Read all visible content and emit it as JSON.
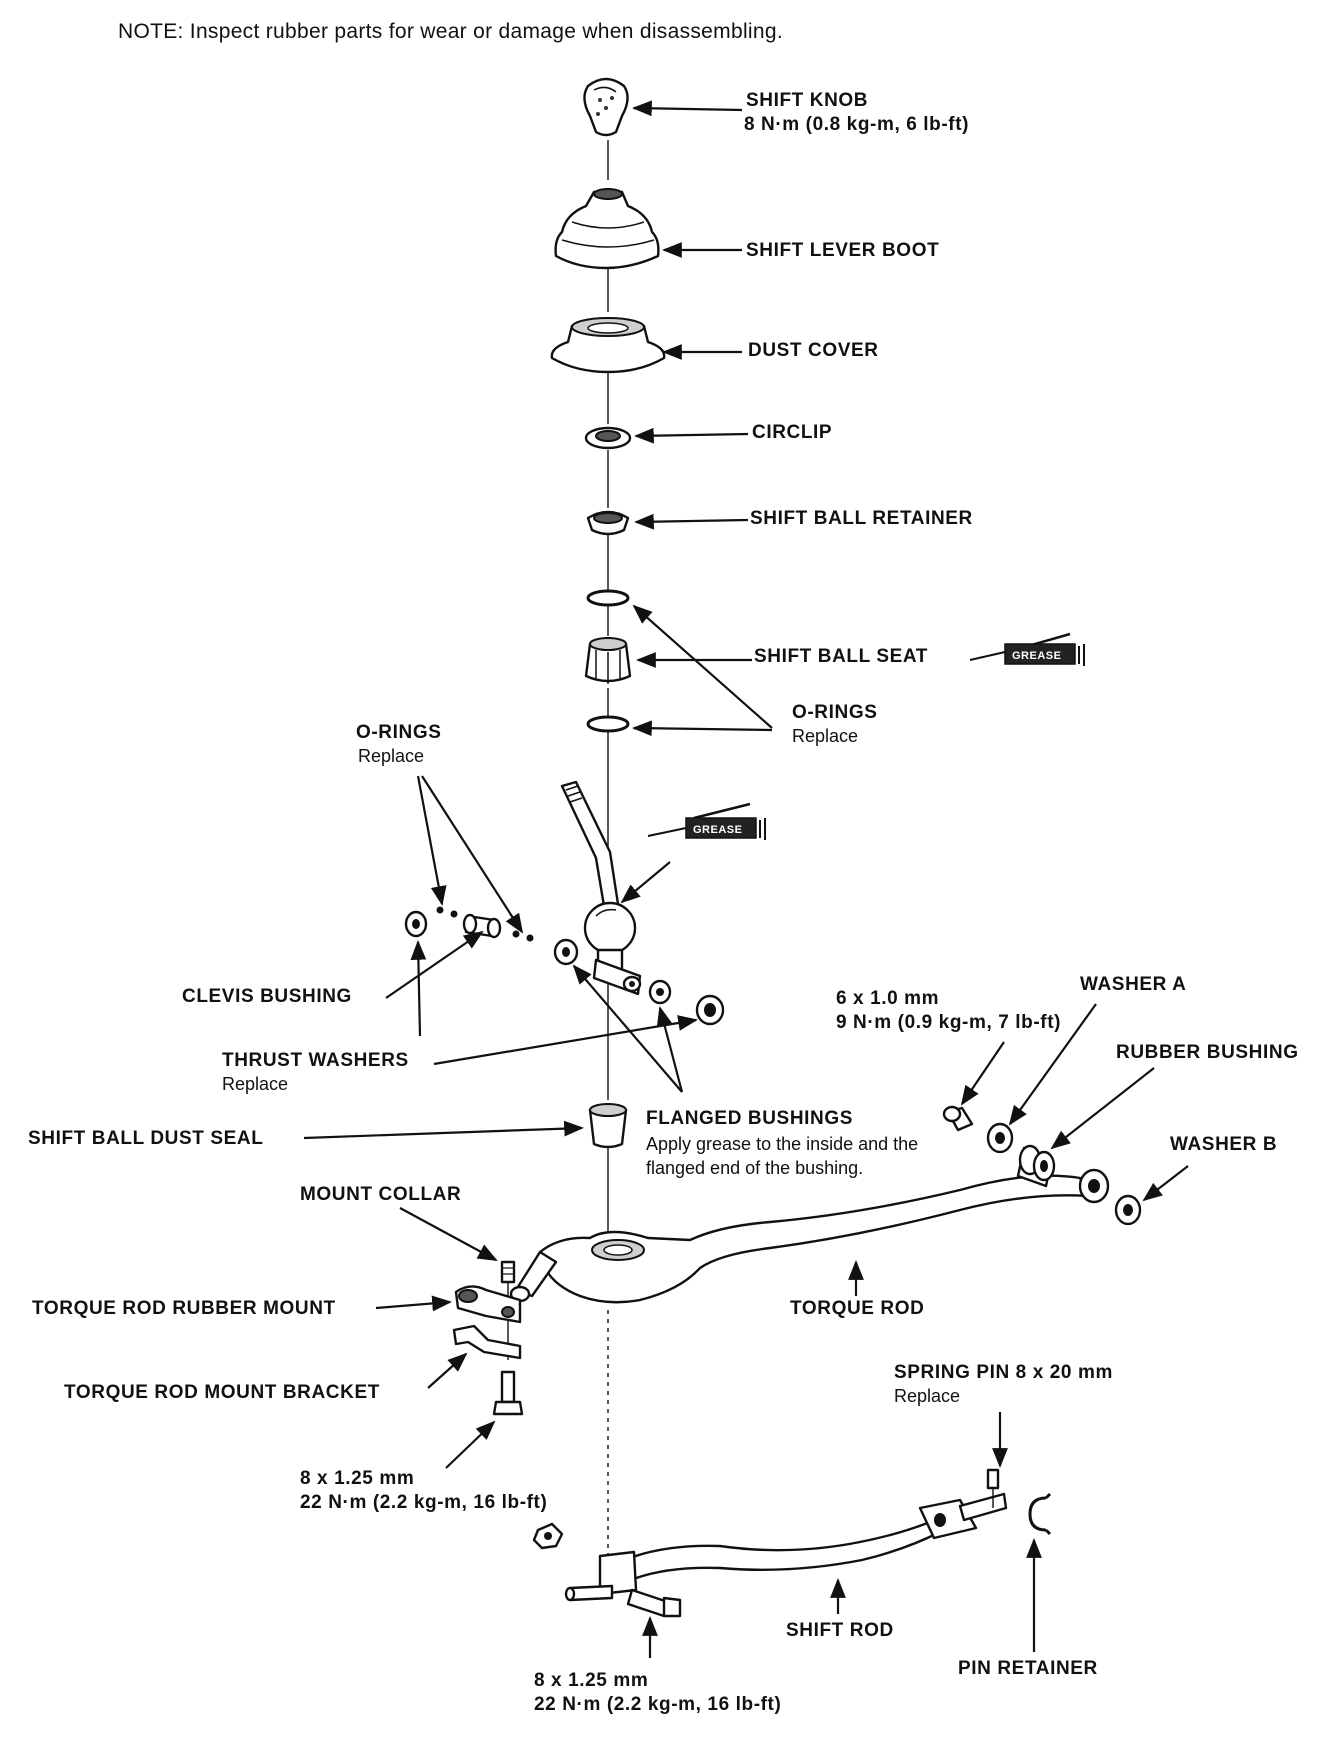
{
  "note": "NOTE:   Inspect rubber parts for wear or damage when disassembling.",
  "grease_tag": "GREASE",
  "labels": {
    "shift_knob": "SHIFT KNOB",
    "shift_knob_torque": "8 N·m (0.8 kg-m, 6 lb-ft)",
    "shift_lever_boot": "SHIFT LEVER BOOT",
    "dust_cover": "DUST COVER",
    "circlip": "CIRCLIP",
    "shift_ball_retainer": "SHIFT BALL RETAINER",
    "shift_ball_seat": "SHIFT BALL SEAT",
    "o_rings_right": "O-RINGS",
    "o_rings_right_note": "Replace",
    "o_rings_left": "O-RINGS",
    "o_rings_left_note": "Replace",
    "clevis_bushing": "CLEVIS BUSHING",
    "thrust_washers": "THRUST WASHERS",
    "thrust_washers_note": "Replace",
    "bolt_6mm": "6 x 1.0 mm",
    "bolt_6mm_torque": "9 N·m (0.9 kg-m, 7 lb-ft)",
    "washer_a": "WASHER A",
    "rubber_bushing": "RUBBER BUSHING",
    "washer_b": "WASHER B",
    "flanged_bushings": "FLANGED BUSHINGS",
    "flanged_bushings_note1": "Apply grease to the inside and the",
    "flanged_bushings_note2": "flanged end of the bushing.",
    "shift_ball_dust_seal": "SHIFT BALL DUST SEAL",
    "mount_collar": "MOUNT COLLAR",
    "torque_rod_rubber_mount": "TORQUE ROD RUBBER MOUNT",
    "torque_rod": "TORQUE ROD",
    "torque_rod_mount_bracket": "TORQUE ROD MOUNT BRACKET",
    "bolt_8mm_a": "8 x 1.25 mm",
    "bolt_8mm_a_torque": "22 N·m (2.2 kg-m, 16 lb-ft)",
    "spring_pin": "SPRING PIN 8 x 20 mm",
    "spring_pin_note": "Replace",
    "shift_rod": "SHIFT ROD",
    "pin_retainer": "PIN RETAINER",
    "bolt_8mm_b": "8 x 1.25 mm",
    "bolt_8mm_b_torque": "22 N·m (2.2 kg-m, 16 lb-ft)"
  }
}
